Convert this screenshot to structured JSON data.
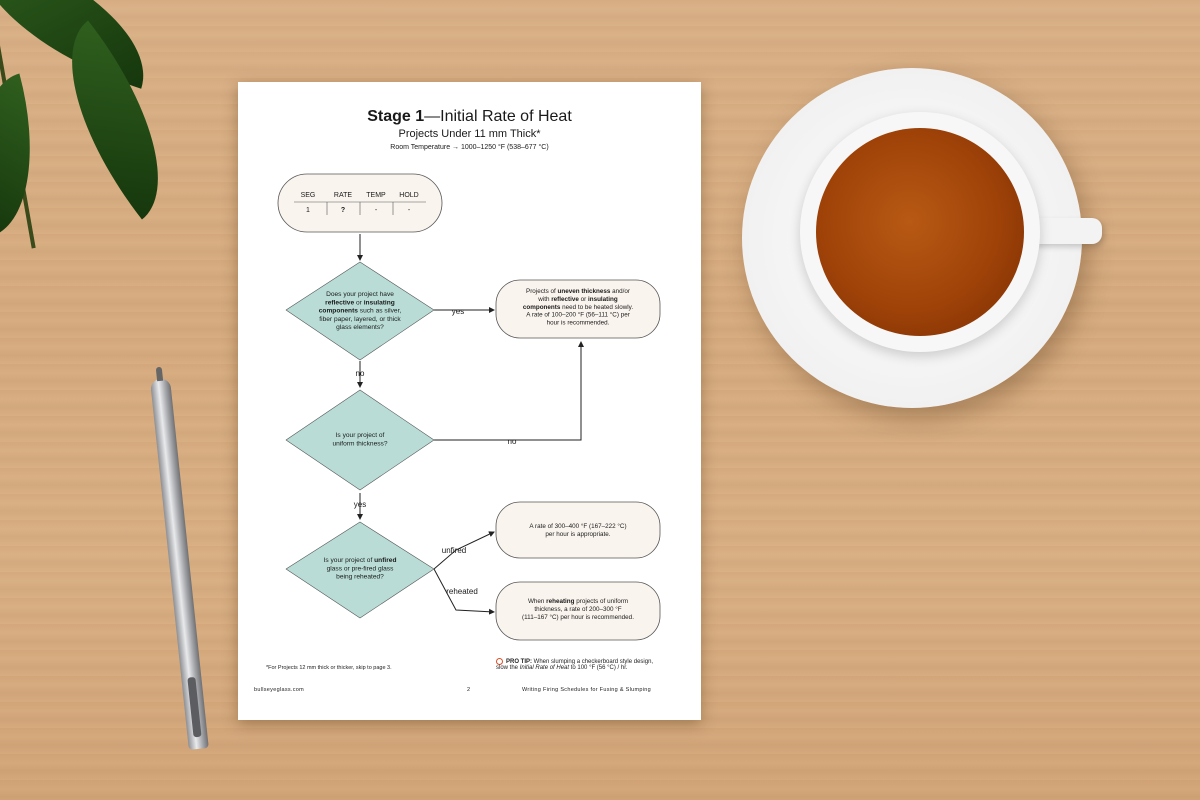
{
  "title": {
    "strong": "Stage 1",
    "rest": "—Initial Rate of Heat"
  },
  "subtitle": "Projects Under 11 mm Thick*",
  "temp_range": "Room Temperature → 1000–1250 °F (538–677 °C)",
  "table": {
    "headers": [
      "SEG",
      "RATE",
      "TEMP",
      "HOLD"
    ],
    "row": [
      "1",
      "?",
      "-",
      "-"
    ]
  },
  "q1": [
    "Does your project have",
    "reflective or insulating",
    "components such as silver,",
    "fiber paper, layered, or thick",
    "glass elements?"
  ],
  "q2": [
    "Is your project of",
    "uniform thickness?"
  ],
  "q3": [
    "Is your project of unfired",
    "glass or pre-fired glass",
    "being reheated?"
  ],
  "r1": [
    "Projects of uneven thickness and/or",
    "with reflective or insulating",
    "components need to be heated slowly.",
    "A rate of 100–200 °F (56–111 °C) per",
    "hour is recommended."
  ],
  "r2": [
    "A rate of 300–400 °F (167–222 °C)",
    "per hour is appropriate."
  ],
  "r3": [
    "When reheating projects of uniform",
    "thickness, a rate of 200–300 °F",
    "(111–167 °C) per hour is recommended."
  ],
  "labels": {
    "yes1": "yes",
    "no1": "no",
    "no2": "no",
    "yes2": "yes",
    "unfired": "unfired",
    "reheated": "reheated"
  },
  "footnote": "*For Projects 12 mm thick or thicker, skip to page 3.",
  "pro_tip": {
    "label": "PRO TIP:",
    "text1": " When slumping a checkerboard style design,",
    "text2": "slow the ",
    "emph": "Initial Rate of Heat",
    "text3": " to 100 °F (56 °C) / hr."
  },
  "footer": {
    "site": "bullseyeglass.com",
    "page": "2",
    "doc": "Writing Firing Schedules for Fusing & Slumping"
  },
  "colors": {
    "diamond": "#b9ddd6",
    "rounded_box": "#faf4ee",
    "border": "#555555",
    "protip_accent": "#d9502b"
  }
}
